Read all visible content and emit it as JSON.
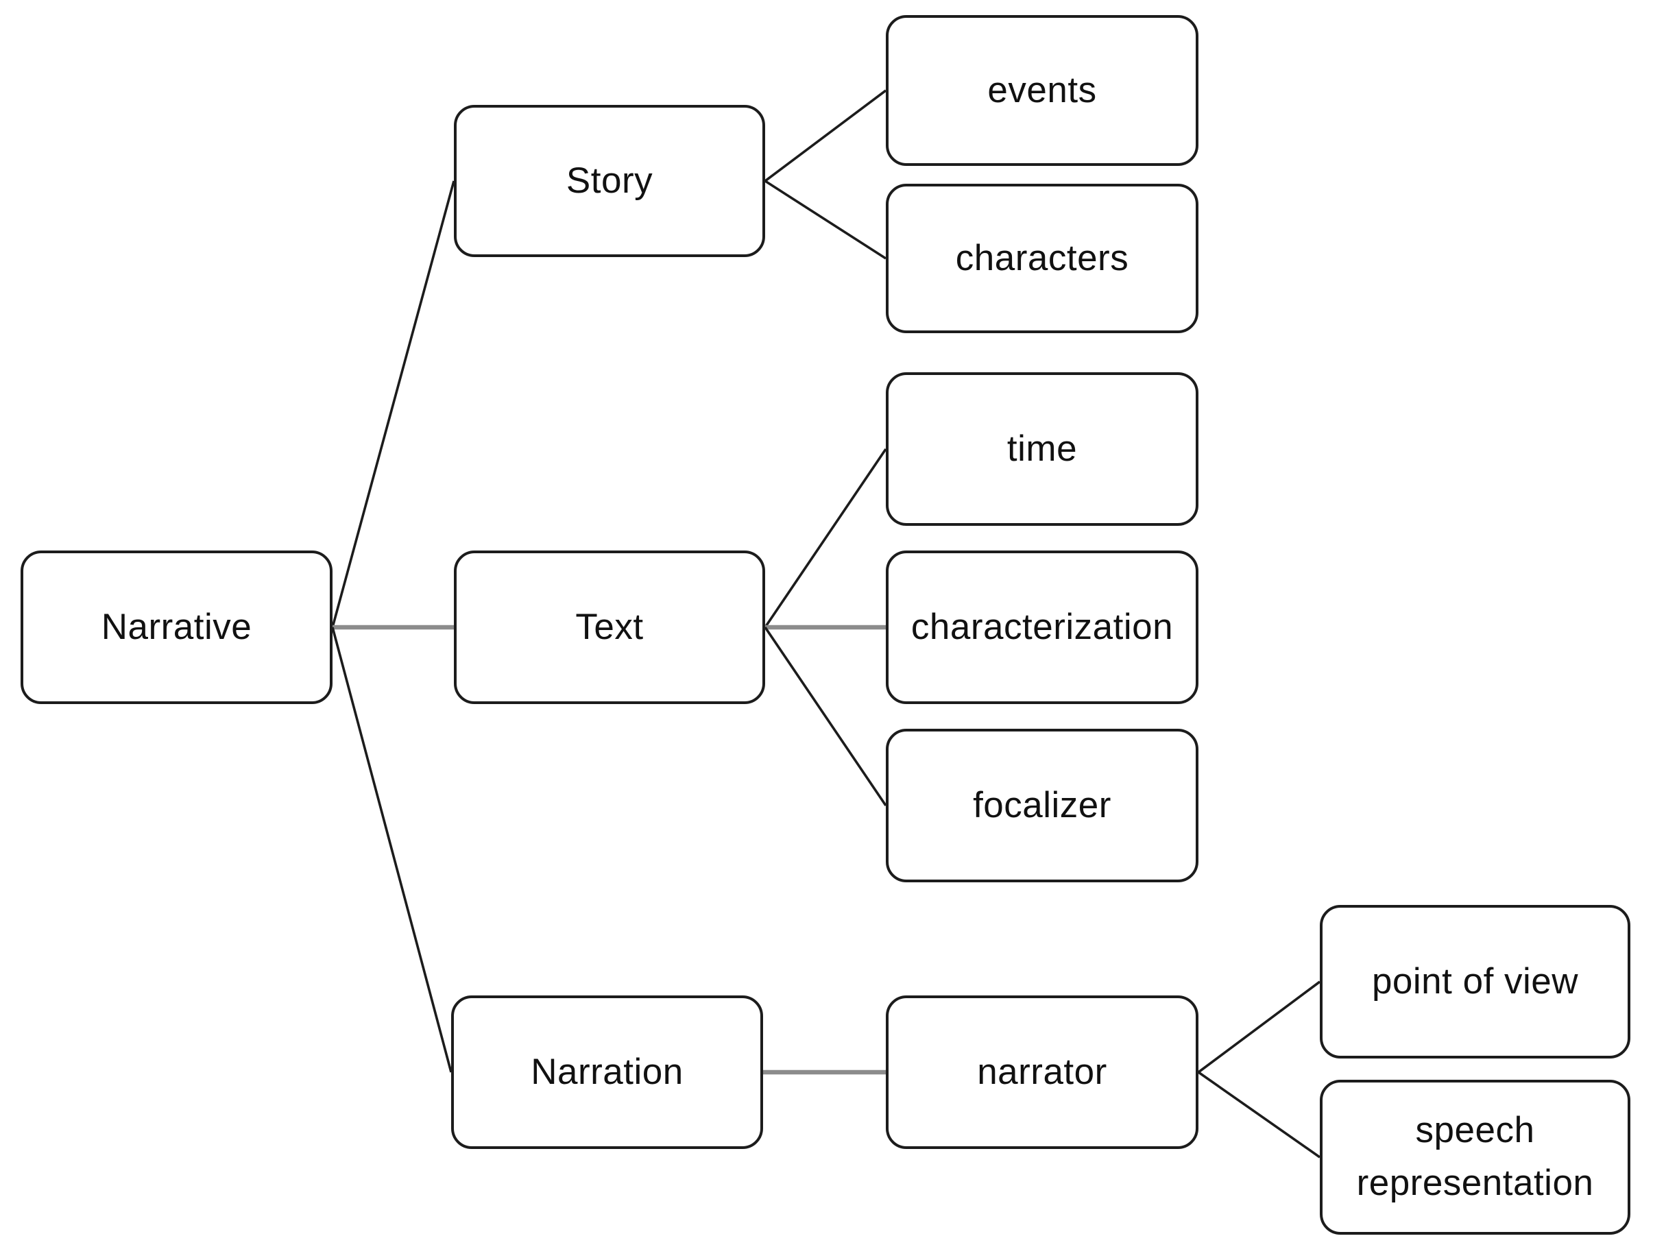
{
  "colors": {
    "background": "#ffffff",
    "box_border": "#1c1c1c",
    "box_fill": "#ffffff",
    "label_text": "#111111",
    "connector_diagonal": "#1c1c1c",
    "connector_straight": "#8c8c8c"
  },
  "diagram": {
    "type": "tree",
    "orientation": "left-to-right",
    "nodes": {
      "narrative": {
        "label": "Narrative",
        "level": 0
      },
      "story": {
        "label": "Story",
        "level": 1
      },
      "text": {
        "label": "Text",
        "level": 1
      },
      "narration": {
        "label": "Narration",
        "level": 1
      },
      "events": {
        "label": "events",
        "level": 2
      },
      "characters": {
        "label": "characters",
        "level": 2
      },
      "time": {
        "label": "time",
        "level": 2
      },
      "characterization": {
        "label": "characterization",
        "level": 2
      },
      "focalizer": {
        "label": "focalizer",
        "level": 2
      },
      "narrator": {
        "label": "narrator",
        "level": 2
      },
      "point_of_view": {
        "label": "point of view",
        "level": 3
      },
      "speech_representation": {
        "label": "speech representation",
        "level": 3
      }
    },
    "edges": [
      {
        "from": "narrative",
        "to": "story"
      },
      {
        "from": "narrative",
        "to": "text"
      },
      {
        "from": "narrative",
        "to": "narration"
      },
      {
        "from": "story",
        "to": "events"
      },
      {
        "from": "story",
        "to": "characters"
      },
      {
        "from": "text",
        "to": "time"
      },
      {
        "from": "text",
        "to": "characterization"
      },
      {
        "from": "text",
        "to": "focalizer"
      },
      {
        "from": "narration",
        "to": "narrator"
      },
      {
        "from": "narrator",
        "to": "point_of_view"
      },
      {
        "from": "narrator",
        "to": "speech_representation"
      }
    ]
  }
}
